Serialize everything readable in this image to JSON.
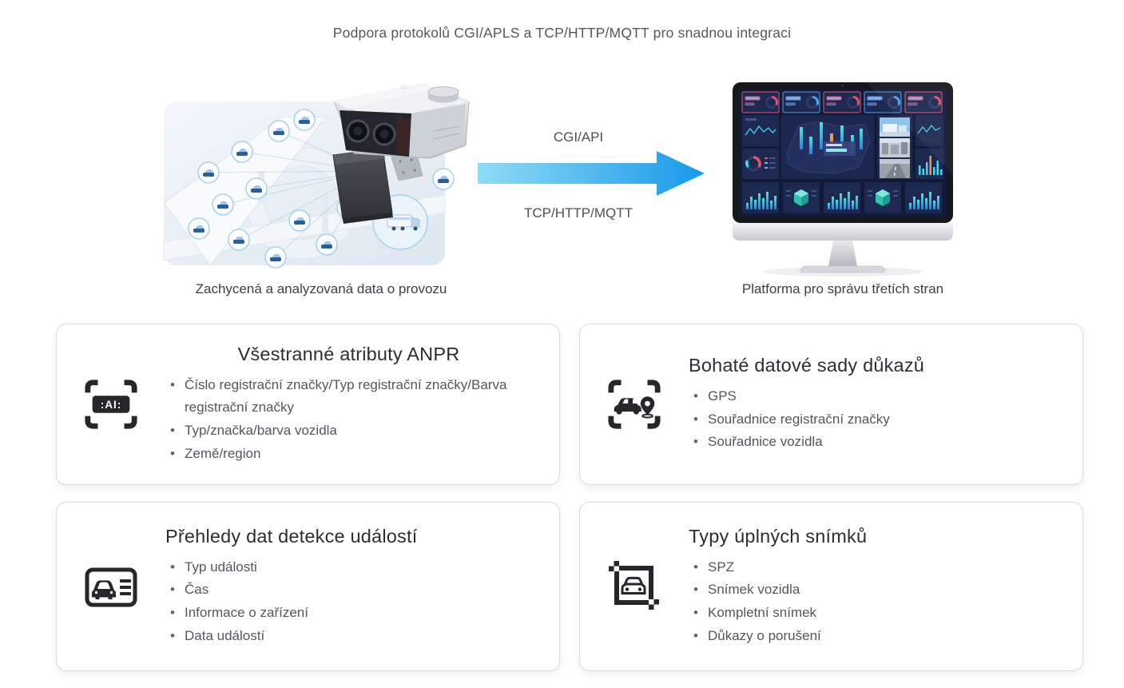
{
  "header": {
    "title": "Podpora protokolů CGI/APLS a TCP/HTTP/MQTT pro snadnou integraci"
  },
  "hero": {
    "left_figure": {
      "illustration": "traffic-camera-scene",
      "caption": "Zachycená a analyzovaná data o provozu"
    },
    "arrow": {
      "top_label": "CGI/API",
      "bottom_label": "TCP/HTTP/MQTT",
      "direction": "right",
      "gradient_start": "#8FDCF5",
      "gradient_end": "#1799EA"
    },
    "right_figure": {
      "illustration": "dashboard-monitor",
      "caption": "Platforma pro správu třetích stran"
    }
  },
  "cards": [
    {
      "icon": "ai-plate-scan-icon",
      "icon_label": ":AI:",
      "title": "Všestranné atributy ANPR",
      "bullets": [
        "Číslo registrační značky/Typ registrační značky/Barva registrační značky",
        "Typ/značka/barva vozidla",
        "Země/region"
      ]
    },
    {
      "icon": "vehicle-gps-scan-icon",
      "title": "Bohaté datové sady důkazů",
      "bullets": [
        "GPS",
        "Souřadnice registrační značky",
        "Souřadnice vozidla"
      ]
    },
    {
      "icon": "event-record-icon",
      "title": "Přehledy dat detekce událostí",
      "bullets": [
        "Typ události",
        "Čas",
        "Informace o zařízení",
        "Data událostí"
      ]
    },
    {
      "icon": "snapshot-crop-icon",
      "title": "Typy úplných snímků",
      "bullets": [
        "SPZ",
        "Snímek vozidla",
        "Kompletní snímek",
        "Důkazy o porušení"
      ]
    }
  ],
  "colors": {
    "accent_blue": "#1799EA",
    "card_title": "#2C2E34",
    "body_text": "#54565E",
    "card_border": "#D9DBDE"
  }
}
